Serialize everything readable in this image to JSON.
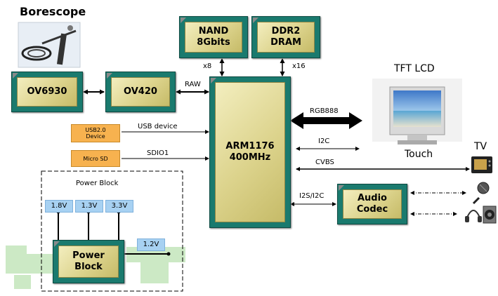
{
  "title": "Borescope",
  "blocks": {
    "nand": "NAND\n8Gbits",
    "ddr2": "DDR2\nDRAM",
    "ov6930": "OV6930",
    "ov420": "OV420",
    "arm": "ARM1176\n400MHz",
    "audio": "Audio\nCodec",
    "power": "Power\nBlock"
  },
  "interfaces": {
    "usb_device_box": "USB2.0\nDevice",
    "micro_sd_box": "Micro SD"
  },
  "labels": {
    "x8": "x8",
    "x16": "x16",
    "raw": "RAW",
    "usb_device": "USB device",
    "sdio1": "SDIO1",
    "rgb888": "RGB888",
    "i2c": "I2C",
    "cvbs": "CVBS",
    "i2s_i2c": "I2S/I2C",
    "tft_lcd": "TFT LCD",
    "touch": "Touch",
    "tv": "TV",
    "power_block_caption": "Power Block"
  },
  "voltages": [
    "1.8V",
    "1.3V",
    "3.3V",
    "1.2V"
  ],
  "colors": {
    "chip_frame": "#1a7a6e",
    "chip_core": "#dcd38c",
    "interface_box": "#f7b24f",
    "voltage_box": "#a7d1f2",
    "background_pattern": "#cce9c5"
  },
  "icons": [
    "borescope-camera-icon",
    "tft-monitor-icon",
    "tv-icon",
    "microphone-icon",
    "headphones-icon",
    "speaker-icon"
  ]
}
